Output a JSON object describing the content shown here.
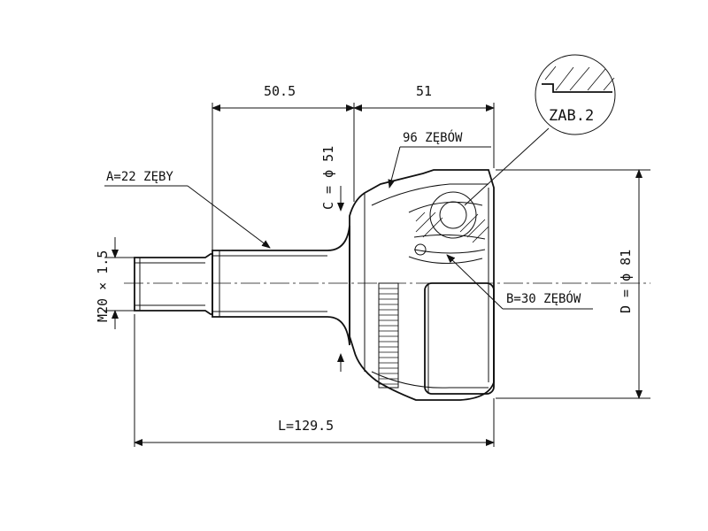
{
  "diagram": {
    "dimensions": {
      "shaft_length": "50.5",
      "housing_length": "51",
      "total_length": "L=129.5",
      "thread": "M20 × 1.5",
      "diameter_c": "C = ϕ 51",
      "diameter_d": "D = ϕ 81"
    },
    "callouts": {
      "spline_a": "A=22 ZĘBY",
      "abs_teeth": "96 ZĘBÓW",
      "spline_b": "B=30 ZĘBÓW",
      "detail_ref": "ZAB.2"
    }
  }
}
